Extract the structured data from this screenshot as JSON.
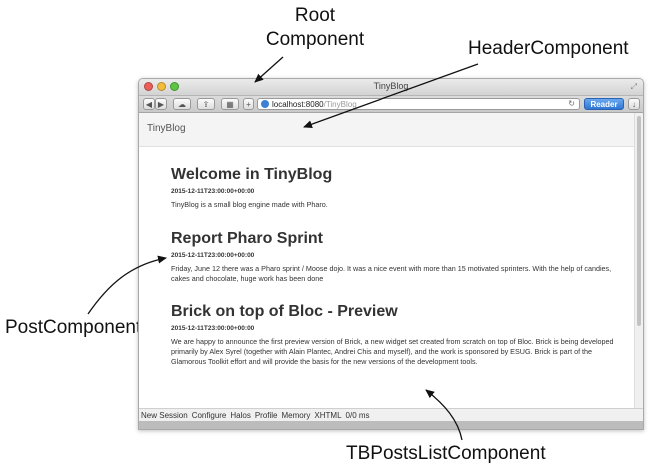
{
  "callouts": {
    "root": "Root\nComponent",
    "header": "HeaderComponent",
    "post": "PostComponent",
    "list": "TBPostsListComponent"
  },
  "window": {
    "title": "TinyBlog",
    "url_host": "localhost:8080",
    "url_path": "/TinyBlog",
    "reader_label": "Reader"
  },
  "app": {
    "brand": "TinyBlog"
  },
  "posts": [
    {
      "title": "Welcome in TinyBlog",
      "date": "2015-12-11T23:00:00+00:00",
      "body": "TinyBlog is a small blog engine made with Pharo."
    },
    {
      "title": "Report Pharo Sprint",
      "date": "2015-12-11T23:00:00+00:00",
      "body": "Friday, June 12 there was a Pharo sprint / Moose dojo. It was a nice event with more than 15 motivated sprinters. With the help of candies, cakes and chocolate, huge work has been done"
    },
    {
      "title": "Brick on top of Bloc - Preview",
      "date": "2015-12-11T23:00:00+00:00",
      "body": "We are happy to announce the first preview version of Brick, a new widget set created from scratch on top of Bloc. Brick is being developed primarily by Alex Syrel (together with Alain Plantec, Andrei Chis and myself), and the work is sponsored by ESUG. Brick is part of the Glamorous Toolkit effort and will provide the basis for the new versions of the development tools."
    }
  ],
  "footer": {
    "items": [
      "New Session",
      "Configure",
      "Halos",
      "Profile",
      "Memory",
      "XHTML",
      "0/0 ms"
    ]
  }
}
